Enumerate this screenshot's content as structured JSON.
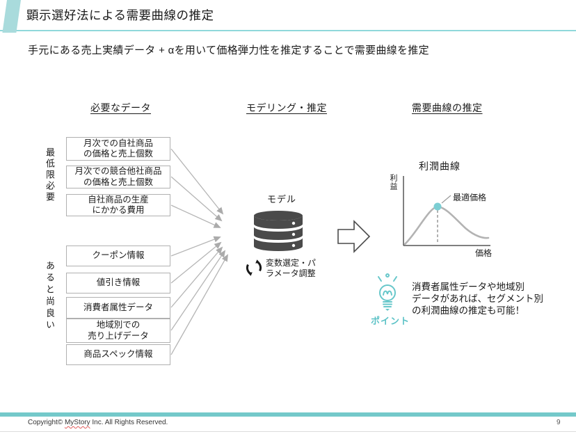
{
  "slide": {
    "title": "顕示選好法による需要曲線の推定",
    "subtitle": "手元にある売上実績データ + αを用いて価格弾力性を推定することで需要曲線を推定"
  },
  "columns": {
    "required_data": "必要なデータ",
    "modeling": "モデリング・推定",
    "demand_curve": "需要曲線の推定"
  },
  "required": {
    "group1_label": "最低限必要",
    "group1_boxes": [
      "月次での自社商品\nの価格と売上個数",
      "月次での競合他社商品\nの価格と売上個数",
      "自社商品の生産\nにかかる費用"
    ],
    "group2_label": "あると尚良い",
    "group2_boxes": [
      "クーポン情報",
      "値引き情報",
      "消費者属性データ",
      "地域別での\n売り上げデータ",
      "商品スペック情報"
    ]
  },
  "model": {
    "label": "モデル",
    "tuning_note": "変数選定・パ\nラメータ調整"
  },
  "profit_chart": {
    "title": "利潤曲線",
    "ylabel": "利益",
    "xlabel": "価格",
    "annotation": "最適価格"
  },
  "point": {
    "label": "ポイント",
    "text": "消費者属性データや地域別\nデータがあれば、セグメント別\nの利潤曲線の推定も可能！"
  },
  "footer": {
    "copyright_prefix": "Copyright© ",
    "brand": "MyStory",
    "copyright_suffix": " Inc. All Rights Reserved.",
    "page_number": "9"
  },
  "icons": {
    "model": "database-icon",
    "tuning": "refresh-icon",
    "flow": "block-arrow-icon",
    "point": "lightbulb-icon"
  },
  "colors": {
    "accent_bar": "#74C9CA",
    "accent_shape": "#A9DBDC",
    "title_rule": "#8FD8DB",
    "teal": "#5FC4C8",
    "curve": "#B3B3B3",
    "optimal_dot": "#7CCED3"
  }
}
